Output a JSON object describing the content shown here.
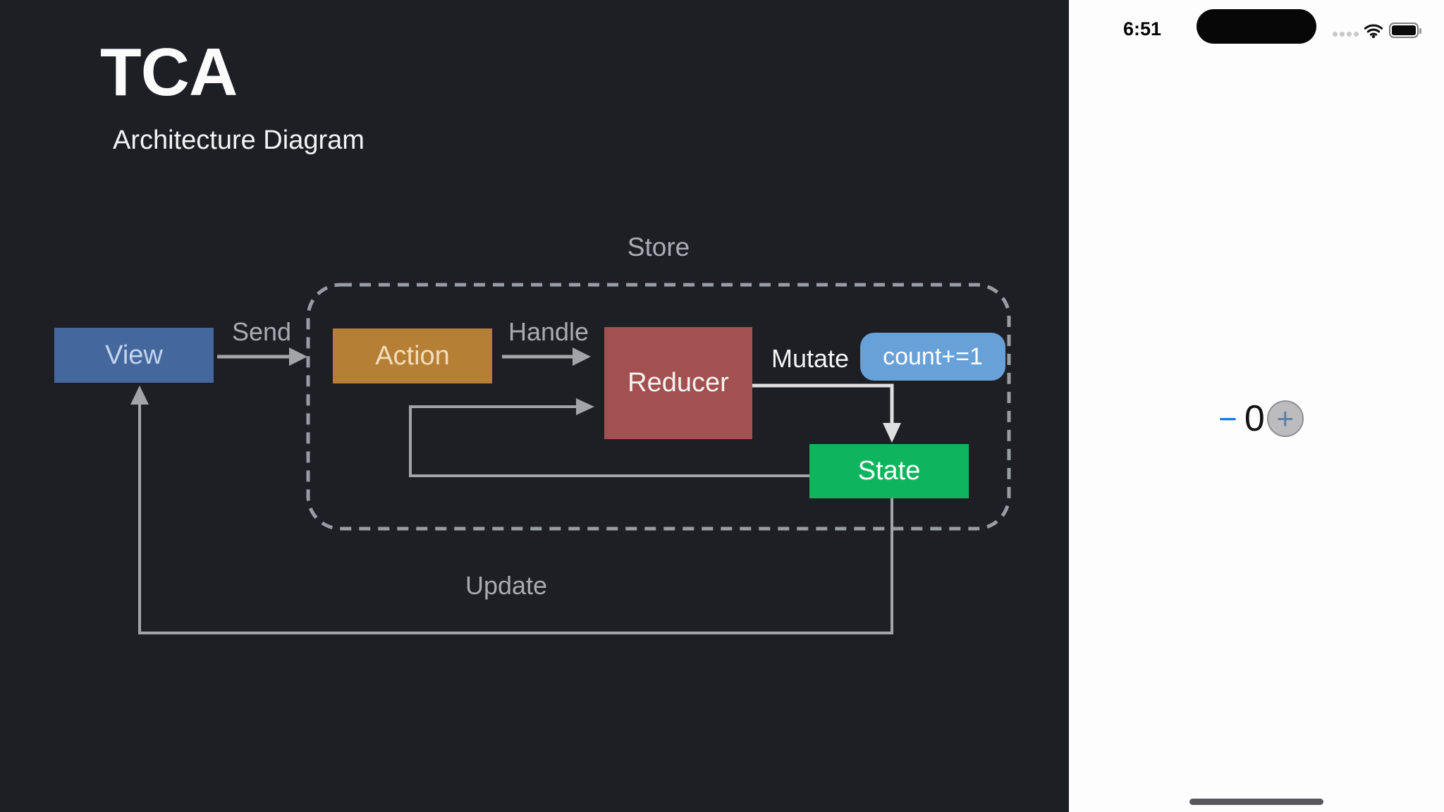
{
  "diagram": {
    "title": "TCA",
    "subtitle": "Architecture Diagram",
    "store": {
      "label": "Store"
    },
    "nodes": {
      "view": {
        "label": "View",
        "color": "#44689e"
      },
      "action": {
        "label": "Action",
        "color": "#b67f36"
      },
      "reducer": {
        "label": "Reducer",
        "color": "#a25150"
      },
      "state": {
        "label": "State",
        "color": "#0fb55e"
      }
    },
    "edges": {
      "send": {
        "label": "Send"
      },
      "handle": {
        "label": "Handle"
      },
      "mutate": {
        "label": "Mutate"
      },
      "update": {
        "label": "Update"
      }
    },
    "mutation_badge": {
      "label": "count+=1",
      "color": "#68a0d8"
    },
    "colors": {
      "background": "#1e1f25",
      "arrow": "#a2a4a8",
      "store_border": "#989da3"
    }
  },
  "phone": {
    "status_bar": {
      "time": "6:51",
      "icons": {
        "cellular": "cellular-dots-icon",
        "wifi": "wifi-icon",
        "battery": "battery-full-icon"
      }
    },
    "counter": {
      "decrement_label": "−",
      "value": "0",
      "increment_label": "+",
      "accent_color": "#1679e8"
    }
  }
}
